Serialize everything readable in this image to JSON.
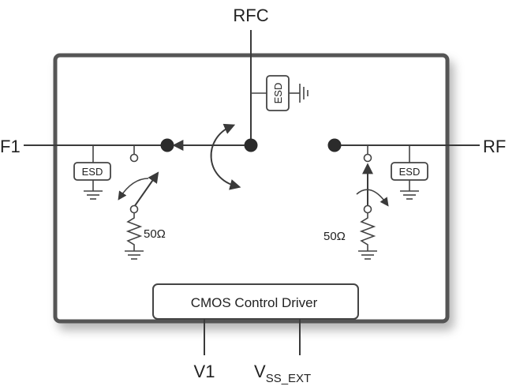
{
  "labels": {
    "rfc": "RFC",
    "rf1": "F1",
    "rf2": "RF",
    "v1": "V1",
    "vss_main": "V",
    "vss_sub": "SS_EXT",
    "esd": "ESD",
    "resistor_left": "50Ω",
    "resistor_right": "50Ω",
    "control": "CMOS Control Driver"
  },
  "colors": {
    "line": "#3a3a3a",
    "chip_border": "#555555",
    "text": "#222222",
    "node": "#2b2b2b"
  },
  "icons": {
    "ground": "ground-icon",
    "switch": "rotary-switch-icon",
    "resistor": "resistor-icon"
  }
}
